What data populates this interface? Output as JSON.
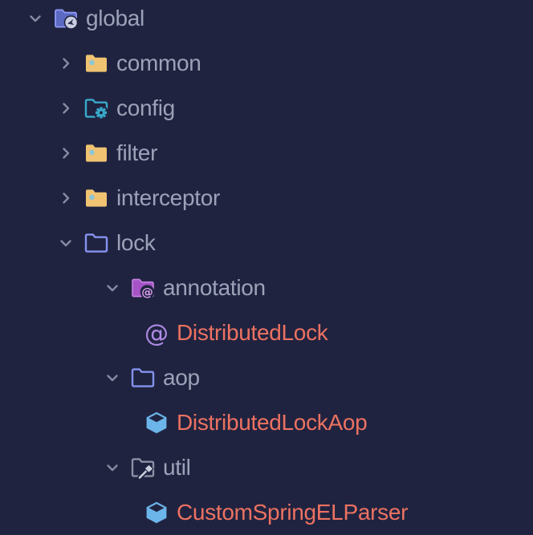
{
  "colors": {
    "background": "#202340",
    "folder-text": "#9CA3B8",
    "file-text": "#EC7261",
    "chevron": "#858CA1",
    "folder-yellow": "#F0C372",
    "folder-yellow-dot": "#8AC6D8",
    "folder-teal": "#38AACB",
    "folder-periwinkle": "#8593EE",
    "folder-indigo-fill": "#5C69C3",
    "folder-indigo-stroke": "#8D99F4",
    "folder-purple": "#A653C8",
    "folder-purple-stroke": "#C783E2",
    "folder-gray": "#8A92A5",
    "badge-light": "#C9CEE3",
    "badge-dark": "#2A2A49",
    "badge-at": "#DFA4F2",
    "badge-tool": "#CAD0DD",
    "annotation-at": "#AE8CE6",
    "class-cube": "#6CB5EA"
  },
  "icons": {
    "annotation_glyph": "@",
    "annotation_badge_glyph": "@"
  },
  "tree": {
    "rows": [
      {
        "label": "global",
        "kind": "directory",
        "icon": "folder-global",
        "level": 0,
        "state": "expanded"
      },
      {
        "label": "common",
        "kind": "directory",
        "icon": "folder-plain",
        "level": 1,
        "state": "collapsed"
      },
      {
        "label": "config",
        "kind": "directory",
        "icon": "folder-config",
        "level": 1,
        "state": "collapsed"
      },
      {
        "label": "filter",
        "kind": "directory",
        "icon": "folder-plain",
        "level": 1,
        "state": "collapsed"
      },
      {
        "label": "interceptor",
        "kind": "directory",
        "icon": "folder-plain",
        "level": 1,
        "state": "collapsed"
      },
      {
        "label": "lock",
        "kind": "directory",
        "icon": "folder-outline",
        "level": 1,
        "state": "expanded"
      },
      {
        "label": "annotation",
        "kind": "directory",
        "icon": "folder-annotation",
        "level": 2,
        "state": "expanded"
      },
      {
        "label": "DistributedLock",
        "kind": "file",
        "icon": "annotation-class",
        "level": 3,
        "state": "none"
      },
      {
        "label": "aop",
        "kind": "directory",
        "icon": "folder-outline",
        "level": 2,
        "state": "expanded"
      },
      {
        "label": "DistributedLockAop",
        "kind": "file",
        "icon": "java-class",
        "level": 3,
        "state": "none"
      },
      {
        "label": "util",
        "kind": "directory",
        "icon": "folder-util",
        "level": 2,
        "state": "expanded"
      },
      {
        "label": "CustomSpringELParser",
        "kind": "file",
        "icon": "java-class",
        "level": 3,
        "state": "none"
      }
    ]
  }
}
